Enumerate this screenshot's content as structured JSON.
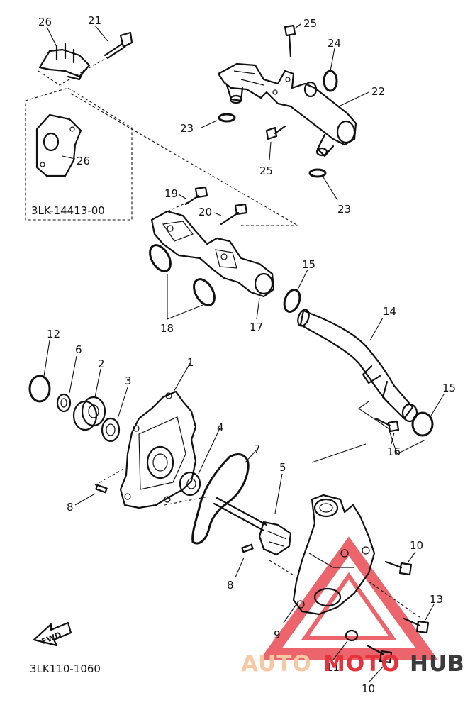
{
  "labels": {
    "p26a": "26",
    "p21": "21",
    "p25a": "25",
    "p24": "24",
    "p22": "22",
    "p23a": "23",
    "p26b": "26",
    "p25b": "25",
    "p23b": "23",
    "p19": "19",
    "p20": "20",
    "p15a": "15",
    "p18": "18",
    "p17": "17",
    "p14": "14",
    "p12": "12",
    "p6": "6",
    "p2": "2",
    "p3": "3",
    "p1": "1",
    "p4": "4",
    "p7": "7",
    "p5": "5",
    "p15b": "15",
    "p16": "16",
    "p8a": "8",
    "p8b": "8",
    "p10a": "10",
    "p13": "13",
    "p9": "9",
    "p11": "11",
    "p10b": "10"
  },
  "sub_assembly_code": "3LK-14413-00",
  "fwd_label": "FWD",
  "diagram_code": "3LK110-1060",
  "watermark": {
    "auto": "AUTO",
    "moto": "MOTO",
    "hub": "HUB",
    "colors": {
      "light": "#f6c9a4",
      "red": "#e6323b",
      "dark": "#3b3b3b"
    }
  }
}
